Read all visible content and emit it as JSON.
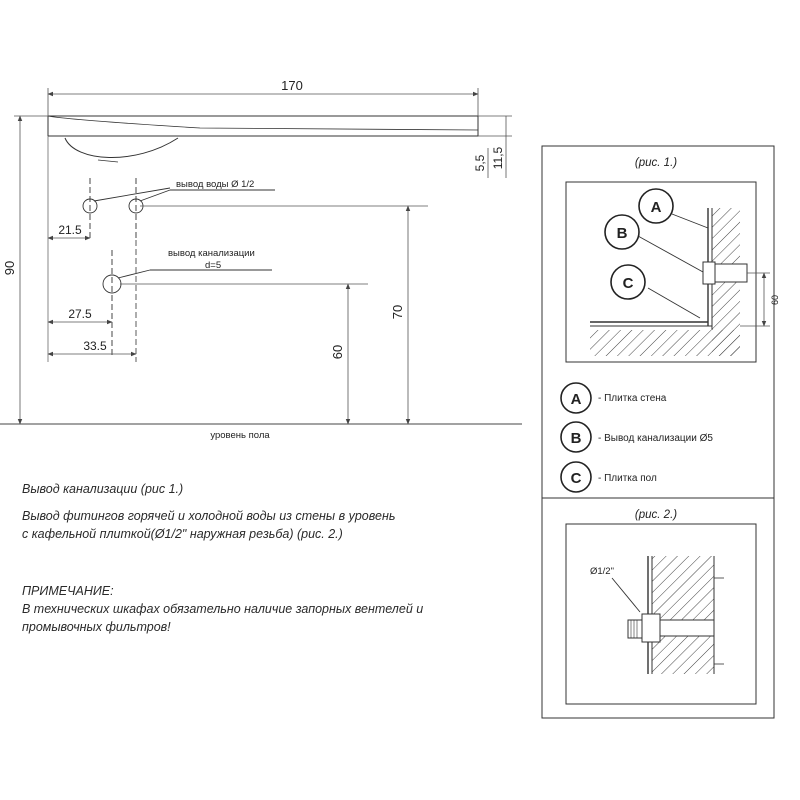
{
  "dimensions": {
    "overall_width": "170",
    "overall_height": "90",
    "height_11_5": "11,5",
    "height_5_5": "5,5",
    "offset_21_5": "21.5",
    "offset_27_5": "27.5",
    "offset_33_5": "33.5",
    "height_70": "70",
    "height_60": "60",
    "fig1_60": "60"
  },
  "labels": {
    "water_outlet": "вывод воды Ø  1/2",
    "sewer_outlet": "вывод канализации",
    "sewer_d": "d=5",
    "floor_level": "уровень пола"
  },
  "notes": {
    "line1": "Вывод канализации (рис 1.)",
    "line2": "Вывод фитингов горячей и холодной воды из стены в уровень",
    "line3": "с кафельной плиткой(Ø1/2\" наружная резьба) (рис. 2.)",
    "line4": "ПРИМЕЧАНИЕ:",
    "line5": "В технических шкафах обязательно наличие запорных вентелей и",
    "line6": "промывочных фильтров!"
  },
  "fig1": {
    "title": "(рис. 1.)",
    "marker_a": "A",
    "marker_b": "B",
    "marker_c": "C"
  },
  "legend": [
    {
      "letter": "A",
      "text": "- Плитка стена"
    },
    {
      "letter": "B",
      "text": "- Вывод канализации   Ø5"
    },
    {
      "letter": "C",
      "text": "- Плитка пол"
    }
  ],
  "fig2": {
    "title": "(рис. 2.)",
    "pipe_label": "Ø1/2\""
  }
}
